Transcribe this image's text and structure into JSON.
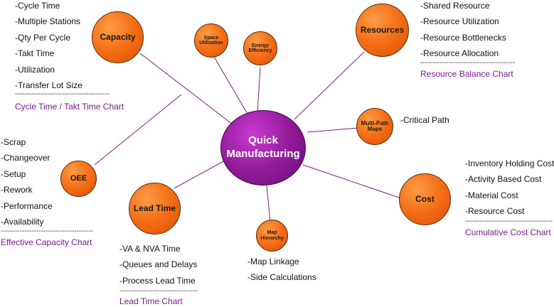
{
  "center": {
    "line1": "Quick",
    "line2": "Manufacturing"
  },
  "capacity": {
    "label": "Capacity",
    "items": [
      "-Cycle Time",
      "-Multiple Stations",
      "-Qty Per Cycle",
      "-Takt Time",
      "-Utilization",
      "-Transfer Lot Size"
    ],
    "chart": "Cycle Time / Takt Time Chart"
  },
  "space_utilization": {
    "line1": "Space",
    "line2": "Utilization"
  },
  "energy_efficiency": {
    "line1": "Energy",
    "line2": "Efficiency"
  },
  "resources": {
    "label": "Resources",
    "items": [
      "-Shared Resource",
      "-Resource Utilization",
      "-Resource Bottlenecks",
      "-Resource Allocation"
    ],
    "chart": "Resource Balance Chart"
  },
  "multi_path": {
    "line1": "Multi-Path",
    "line2": "Maps",
    "items": [
      "-Critical Path"
    ]
  },
  "oee": {
    "label": "OEE",
    "items": [
      "-Scrap",
      "-Changeover",
      "-Setup",
      "-Rework",
      "-Performance",
      "-Availability"
    ],
    "chart": "Effective Capacity Chart"
  },
  "lead_time": {
    "label": "Lead Time",
    "items": [
      "-VA & NVA Time",
      "-Queues and Delays",
      "-Process Lead Time"
    ],
    "chart": "Lead Time Chart"
  },
  "map_hierarchy": {
    "line1": "Map",
    "line2": "Hierarchy",
    "items": [
      "-Map Linkage",
      "-Side Calculations"
    ]
  },
  "cost": {
    "label": "Cost",
    "items": [
      "-Inventory Holding Cost",
      "-Activity Based Cost",
      "-Material Cost",
      "-Resource Cost"
    ],
    "chart": "Cumulative Cost Chart"
  },
  "colors": {
    "center": "#8e1a96",
    "node": "#f26a12",
    "line": "#7a1f7f",
    "chart_link": "#7a1a8c"
  }
}
